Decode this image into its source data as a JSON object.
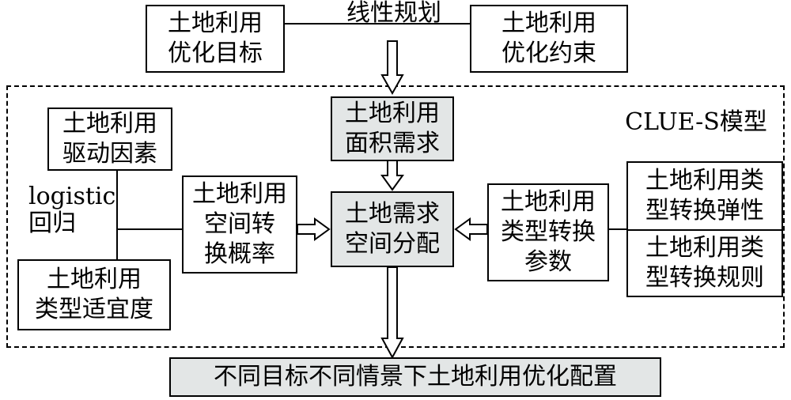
{
  "top": {
    "lp_label": "线性规划",
    "objective_box": "土地利用\n优化目标",
    "constraint_box": "土地利用\n优化约束"
  },
  "model": {
    "frame_label": "CLUE-S模型",
    "demand_box": "土地利用\n面积需求",
    "allocation_box": "土地需求\n空间分配",
    "transition_prob_box": "土地利用\n空间转\n换概率",
    "conversion_params_box": "土地利用\n类型转换\n参数"
  },
  "left": {
    "driving_factors_box": "土地利用\n驱动因素",
    "logistic_label": "logistic\n回归",
    "suitability_box": "土地利用\n类型适宜度"
  },
  "right": {
    "elasticity_box": "土地利用类\n型转换弹性",
    "rules_box": "土地利用类\n型转换规则"
  },
  "bottom": {
    "result_box": "不同目标不同情景下土地利用优化配置"
  }
}
